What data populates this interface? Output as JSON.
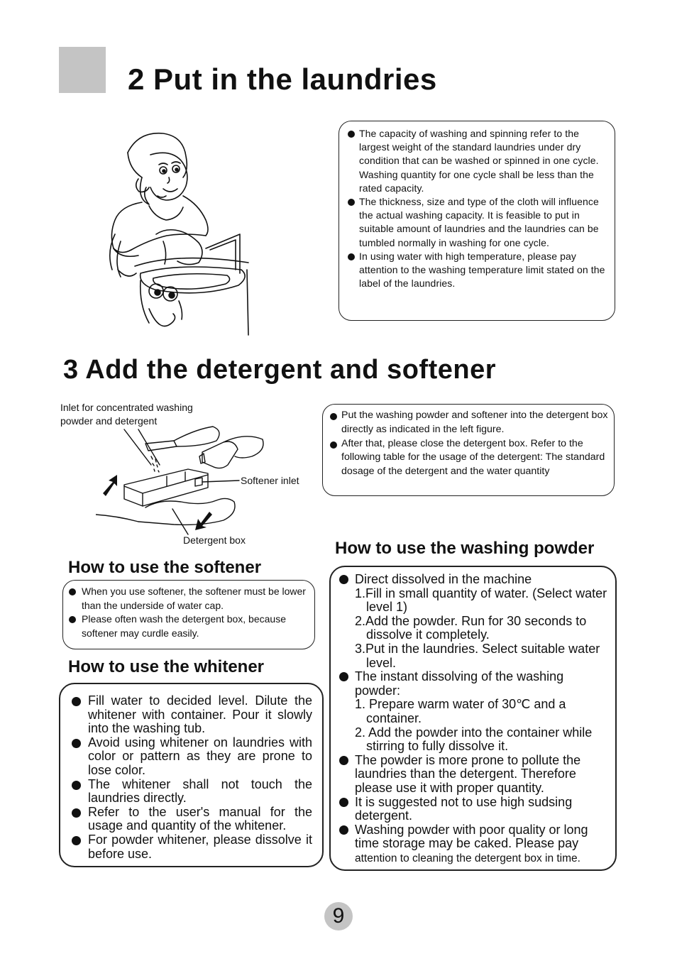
{
  "section2": {
    "title": "2 Put in the laundries",
    "bullets": [
      "The capacity of washing and spinning refer to the largest weight of the standard laundries under dry condition that can be washed or spinned in one cycle. Washing quantity for one cycle shall be less than the rated capacity.",
      "The thickness, size and type of the cloth will influence the actual washing capacity. It is feasible to put in suitable amount of laundries and the laundries can be tumbled normally in washing for one cycle.",
      "In using water with high temperature, please pay attention to the washing temperature limit stated on the label of the laundries."
    ]
  },
  "section3": {
    "title": "3 Add the detergent and softener",
    "figure_labels": {
      "inlet": "Inlet for concentrated washing powder and detergent",
      "softener_inlet": "Softener inlet",
      "detergent_box": "Detergent box"
    },
    "bullets": [
      "Put the washing powder and softener into the detergent box directly as indicated in the left figure.",
      "After that, please close the detergent box. Refer to the following table for the usage of the detergent: The standard dosage of the detergent and the water quantity"
    ]
  },
  "softener": {
    "heading": "How to use the softener",
    "bullets": [
      "When you use softener, the softener must be lower than the underside of water cap.",
      "Please often wash the detergent box, because softener may curdle easily."
    ]
  },
  "whitener": {
    "heading": "How to use the whitener",
    "bullets": [
      "Fill water to decided level. Dilute the whitener with container. Pour it slowly into the washing tub.",
      "Avoid using whitener on laundries with color or pattern as they are prone to lose color.",
      "The whitener shall not touch the laundries directly.",
      "Refer to the user's manual for the usage and quantity of the whitener.",
      "For powder whitener, please dissolve it before use."
    ]
  },
  "powder": {
    "heading": "How to use the washing powder",
    "item1_title": "Direct dissolved in the machine",
    "item1_steps": [
      "1.Fill in small quantity of water. (Select water level 1)",
      "2.Add the powder. Run for 30 seconds to dissolve it completely.",
      "3.Put in the laundries. Select suitable water level."
    ],
    "item2_title": "The instant dissolving of the washing powder:",
    "item2_steps": [
      "1. Prepare warm water of 30℃ and a container.",
      "2. Add the powder into the container while stirring to fully dissolve it."
    ],
    "item3": "The powder is more prone to pollute the laundries than the detergent. Therefore please use it with proper quantity.",
    "item4": "It is suggested not to use high sudsing detergent.",
    "item5a": "Washing powder with poor quality or long time storage may be caked. Please pay",
    "item5b": "attention to cleaning the detergent box in time."
  },
  "page_number": "9"
}
